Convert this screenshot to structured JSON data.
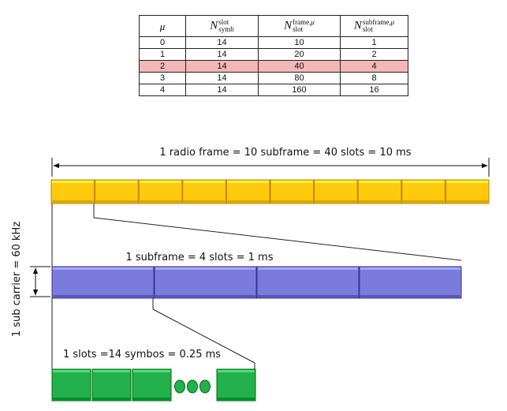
{
  "table": {
    "headers": {
      "mu": "μ",
      "n_symb": {
        "base": "N",
        "sup": "slot",
        "sub": "symb"
      },
      "n_frame": {
        "base": "N",
        "sup": "frame,",
        "sup_mu": "μ",
        "sub": "slot"
      },
      "n_subframe": {
        "base": "N",
        "sup": "subframe,",
        "sup_mu": "μ",
        "sub": "slot"
      }
    },
    "rows": [
      [
        "0",
        "14",
        "10",
        "1"
      ],
      [
        "1",
        "14",
        "20",
        "2"
      ],
      [
        "2",
        "14",
        "40",
        "4"
      ],
      [
        "3",
        "14",
        "80",
        "8"
      ],
      [
        "4",
        "14",
        "160",
        "16"
      ]
    ],
    "highlight_row": 2,
    "highlight_color": "#f4b6b6"
  },
  "labels": {
    "radio_frame": "1 radio frame = 10 subframe = 40 slots = 10 ms",
    "subframe": "1 subframe = 4 slots = 1 ms",
    "slot": "1 slots =14 symbos = 0.25 ms",
    "subcarrier": "1 sub carrier = 60 kHz"
  },
  "colors": {
    "frame": "#ffc90e",
    "subframe": "#7b7bdc",
    "symbol": "#22b14c"
  },
  "counts": {
    "subframes_per_frame": 10,
    "slots_per_subframe": 4,
    "symbol_blocks_shown": 4,
    "ellipsis_dots": 3
  }
}
